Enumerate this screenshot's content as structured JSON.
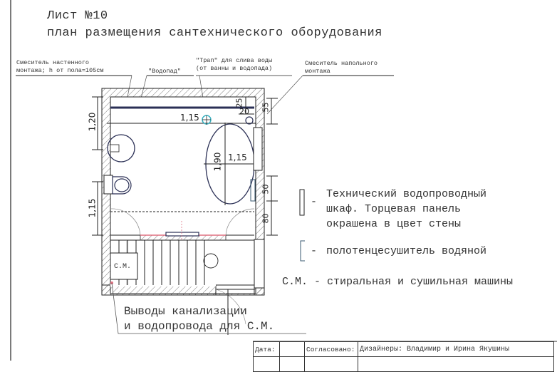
{
  "sheet": {
    "title": "Лист №10",
    "subtitle": "план размещения сантехнического оборудования"
  },
  "callouts": {
    "wall_mixer": [
      "Смеситель настенного",
      "монтажа; h от пола=105см"
    ],
    "waterfall": "\"Водопад\"",
    "drain": [
      "\"Трап\" для слива воды",
      "(от ванны и водопада)"
    ],
    "floor_mixer": [
      "Смеситель напольного",
      "монтажа"
    ]
  },
  "dimensions": {
    "left_upper": "1,20",
    "left_lower": "1,15",
    "drain_offset": "1,15",
    "tub_length": "1,90",
    "tub_width": "1,15",
    "top_25": "25",
    "top_20": "20",
    "right_55": "55",
    "right_50": "50",
    "right_80": "80"
  },
  "plan_labels": {
    "washer": "С.М."
  },
  "legend": {
    "cabinet": [
      "Технический водопроводный",
      "шкаф. Торцевая панель",
      "окрашена в цвет стены"
    ],
    "towel_dryer": "полотенцесушитель водяной",
    "dash": "-",
    "washer_note": "С.М. - стиральная и сушильная машины"
  },
  "outlets_note": [
    "Выводы канализации",
    "и водопровода для С.М."
  ],
  "title_block": {
    "date_label": "Дата:",
    "date_value": "",
    "approved_label": "Согласовано:",
    "designers": "Дизайнеры: Владимир и Ирина Якушины"
  },
  "colors": {
    "line": "#1f2233",
    "fixture": "#2a2f55",
    "drain_accent": "#3ab0c0",
    "threshold": "#e07080",
    "towel_dryer": "#3a5a70"
  }
}
